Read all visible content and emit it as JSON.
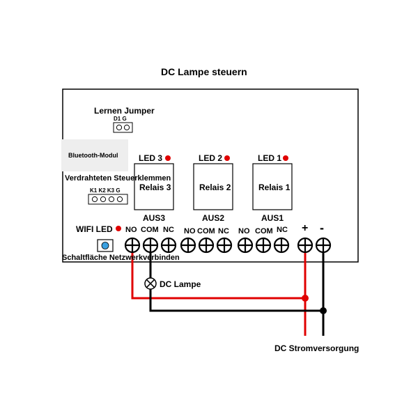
{
  "title": "DC Lampe steuern",
  "lernen_jumper": {
    "label": "Lernen Jumper",
    "pins_label": "D1 G"
  },
  "bluetooth_label": "Bluetooth-Modul",
  "terminals_label": "Verdrahteten Steuerklemmen",
  "terminal_pins_label": "K1 K2  K3 G",
  "wifi_led_label": "WIFI LED",
  "network_button_label": "Schaltfläche Netzwerkverbinden",
  "relays": [
    {
      "led": "LED 3",
      "name": "Relais 3",
      "output": "AUS3",
      "no": "NO",
      "com": "COM",
      "nc": "NC"
    },
    {
      "led": "LED 2",
      "name": "Relais 2",
      "output": "AUS2",
      "no": "NO",
      "com": "COM",
      "nc": "NC"
    },
    {
      "led": "LED 1",
      "name": "Relais 1",
      "output": "AUS1",
      "no": "NO",
      "com": "COM",
      "nc": "NC"
    }
  ],
  "power_plus": "+",
  "power_minus": "-",
  "lamp_label": "DC Lampe",
  "supply_label": "DC Stromversorgung",
  "colors": {
    "led": "#e00000",
    "positive_wire": "#e00000",
    "negative_wire": "#000000",
    "button": "#3aa0e0",
    "module_bg": "#eeeeee"
  }
}
